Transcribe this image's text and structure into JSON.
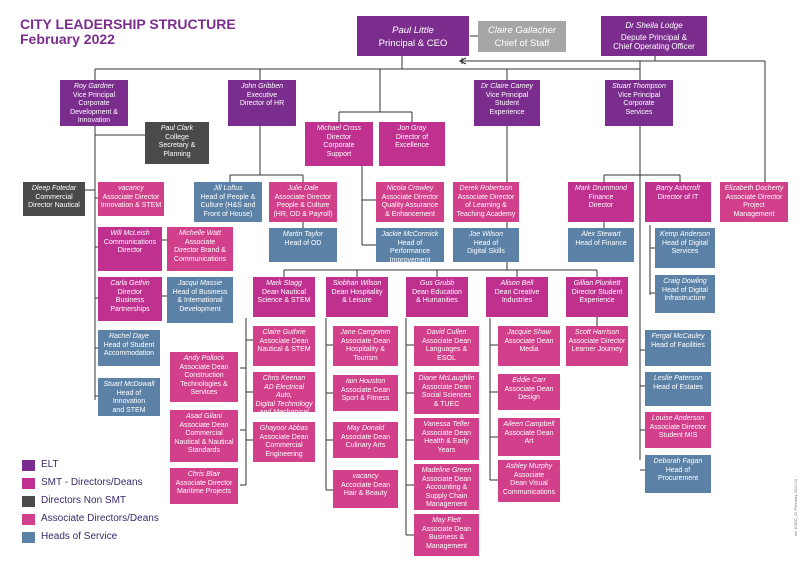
{
  "title": {
    "line1": "CITY LEADERSHIP STRUCTURE",
    "line2": "February 2022"
  },
  "reference": "ref: ESDC_22 February 2022 v3",
  "colors": {
    "elt": "#7b2d8e",
    "smt": "#c0308f",
    "directors_non_smt": "#4a4a4a",
    "associate": "#d23f8b",
    "heads_of_service": "#5b82a6",
    "chief_of_staff": "#a6a6a6"
  },
  "legend": [
    {
      "label": "ELT",
      "color": "#7b2d8e"
    },
    {
      "label": "SMT - Directors/Deans",
      "color": "#c0308f"
    },
    {
      "label": "Directors Non SMT",
      "color": "#4a4a4a"
    },
    {
      "label": "Associate Directors/Deans",
      "color": "#d23f8b"
    },
    {
      "label": "Heads of Service",
      "color": "#5b82a6"
    }
  ],
  "people": {
    "paul": {
      "name": "Paul Little",
      "role": "Principal & CEO"
    },
    "claire_g": {
      "name": "Claire Gallacher",
      "role": "Chief of Staff"
    },
    "sheila": {
      "name": "Dr Sheila Lodge",
      "role": "Depute Principal &\nChief Operating Officer"
    },
    "roy": {
      "name": "Roy Gardner",
      "role": "Vice Principal\nCorporate\nDevelopment &\nInnovation"
    },
    "john": {
      "name": "John Gribben",
      "role": "Executive\nDirector of HR"
    },
    "claire_c": {
      "name": "Dr Claire Carney",
      "role": "Vice Principal\nStudent\nExperience"
    },
    "stuart_t": {
      "name": "Stuart Thompson",
      "role": "Vice Principal\nCorporate\nServices"
    },
    "paul_c": {
      "name": "Paul Clark",
      "role": "College\nSecretary &\nPlanning"
    },
    "michael": {
      "name": "Michael Cross",
      "role": "Director\nCorporate\nSupport"
    },
    "jon": {
      "name": "Jon Gray",
      "role": "Director of\nExcellence"
    },
    "elizabeth": {
      "name": "Elizabeth Docherty",
      "role": "Associate Director\nProject\nManagement"
    },
    "dleep": {
      "name": "Dleep Fotedar",
      "role": "Commercial\nDirector Nautical"
    },
    "vacancy1": {
      "name": "vacancy",
      "role": "Associate Director\nInnovation & STEM"
    },
    "jill": {
      "name": "Jill Loftus",
      "role": "Head of People &\nCulture (H&S and\nFront of House)"
    },
    "julie": {
      "name": "Julie Dale",
      "role": "Associate Director\nPeople & Culture\n(HR, OD & Payroll)"
    },
    "nicola": {
      "name": "Nicola Crowley",
      "role": "Associate Director\nQuality Assurance\n& Enhancement"
    },
    "derek": {
      "name": "Derek Robertson",
      "role": "Associate Director\nof Learning &\nTeaching Academy"
    },
    "mark_d": {
      "name": "Mark Drummond",
      "role": "Finance\nDirector"
    },
    "barry": {
      "name": "Barry Ashcroft",
      "role": "Director of IT"
    },
    "will": {
      "name": "Will McLeish",
      "role": "Communications\nDirector"
    },
    "michelle": {
      "name": "Michelle Watt",
      "role": "Associate\nDirector Brand &\nCommunications"
    },
    "martin": {
      "name": "Martin Taylor",
      "role": "Head of OD"
    },
    "jackie": {
      "name": "Jackie McCormick",
      "role": "Head of Performance\nImprovement"
    },
    "joe": {
      "name": "Joe Wilson",
      "role": "Head of\nDigital Skills"
    },
    "alex": {
      "name": "Alex Stewart",
      "role": "Head of Finance"
    },
    "kemp": {
      "name": "Kemp Anderson",
      "role": "Head of Digital\nServices"
    },
    "carla": {
      "name": "Carla Gethin",
      "role": "Director\nBusiness\nPartnerships"
    },
    "jacqui_m": {
      "name": "Jacqui Massie",
      "role": "Head of Business\n& International\nDevelopment"
    },
    "mark_s": {
      "name": "Mark Stagg",
      "role": "Dean Nautical\nScience & STEM"
    },
    "siobhan": {
      "name": "Siobhan Wilson",
      "role": "Dean Hospitality\n& Leisure"
    },
    "gus": {
      "name": "Gus Grubb",
      "role": "Dean Education\n& Humanities"
    },
    "alison": {
      "name": "Alison Bell",
      "role": "Dean Creative\nIndustries"
    },
    "gillian": {
      "name": "Gillian Plunkett",
      "role": "Director Student\nExperience"
    },
    "craig": {
      "name": "Craig Dowling",
      "role": "Head of Digital\nInfrastructure"
    },
    "rachel": {
      "name": "Rachel Daye",
      "role": "Head of Student\nAccommodation"
    },
    "claire_gu": {
      "name": "Claire Guthrie",
      "role": "Associate Dean\nNautical & STEM"
    },
    "jane": {
      "name": "Jane Carrgomm",
      "role": "Associate Dean\nHospitality &\nTourism"
    },
    "david": {
      "name": "David Cullen",
      "role": "Associate Dean\nLanguages &\nESOL"
    },
    "jacquie": {
      "name": "Jacquie Shaw",
      "role": "Associate Dean\nMedia"
    },
    "scott": {
      "name": "Scott Harrison",
      "role": "Associate Director\nLearner Journey"
    },
    "fergal": {
      "name": "Fergal McCauley",
      "role": "Head of Facilities"
    },
    "andy": {
      "name": "Andy Pollock",
      "role": "Associate Dean\nConstruction\nTechnologies &\nServices"
    },
    "chris_k": {
      "name": "Chris Keenan",
      "role": "AD Electrical Auto,\nDigital Technology\nand Mechanical"
    },
    "iain": {
      "name": "Iain Houston",
      "role": "Associate Dean\nSport & Fitness"
    },
    "diane": {
      "name": "Diane McLaughlin",
      "role": "Associate Dean\nSocial Sciences\n& TUEC"
    },
    "eddie": {
      "name": "Eddie Carr",
      "role": "Associate Dean\nDesign"
    },
    "leslie": {
      "name": "Leslie Paterson",
      "role": "Head of Estates"
    },
    "stuart_m": {
      "name": "Stuart McDowall",
      "role": "Head of Innovation\nand STEM"
    },
    "asad": {
      "name": "Asad Gilani",
      "role": "Associate Dean\nCommercial\nNautical & Nautical\nStandards"
    },
    "ghayoor": {
      "name": "Ghayoor Abbas",
      "role": "Associate Dean\nCommercial\nEngineering"
    },
    "may_d": {
      "name": "May Donald",
      "role": "Associate Dean\nCulinary Arts"
    },
    "vanessa": {
      "name": "Vanessa Telfer",
      "role": "Associate Dean\nHealth & Early\nYears"
    },
    "aileen": {
      "name": "Aileen Campbell",
      "role": "Associate Dean\nArt"
    },
    "louise": {
      "name": "Louise Anderson",
      "role": "Associate Director\nStudent MIS"
    },
    "vacancy2": {
      "name": "vacancy",
      "role": "Accociate Dean\nHair & Beauty"
    },
    "madeline": {
      "name": "Madeline Green",
      "role": "Associate Dean\nAccounting &\nSupply Chain\nManagement"
    },
    "ashley": {
      "name": "Ashley Murphy",
      "role": "Associate\nDean Visual\nCommunications"
    },
    "deborah": {
      "name": "Deborah Fagan",
      "role": "Head of\nProcurement"
    },
    "chris_b": {
      "name": "Chris Blair",
      "role": "Associate Director\nMaritime Projects"
    },
    "may_f": {
      "name": "May Flett",
      "role": "Associate Dean\nBusiness &\nManagement"
    }
  }
}
